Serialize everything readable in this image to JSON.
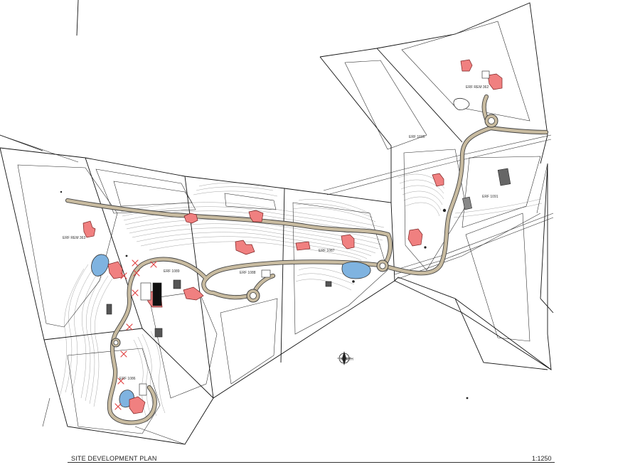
{
  "title": "SITE DEVELOPMENT PLAN",
  "scale": "1:1250",
  "north": "NORTH",
  "erf_labels": [
    "ERF REM 362",
    "ERF 1690",
    "ERF 1091",
    "ERF REM 363",
    "ERF 1089",
    "ERF 1088",
    "ERF 1087",
    "ERF 1086"
  ],
  "colors": {
    "building": "#f08080",
    "building_outline": "#7a2020",
    "road": "#c8bba0",
    "road_outline": "#444444",
    "pond": "#7fb3e0",
    "removal_mark": "#e04040",
    "boundary": "#111111",
    "contour": "#9a9a9a"
  }
}
